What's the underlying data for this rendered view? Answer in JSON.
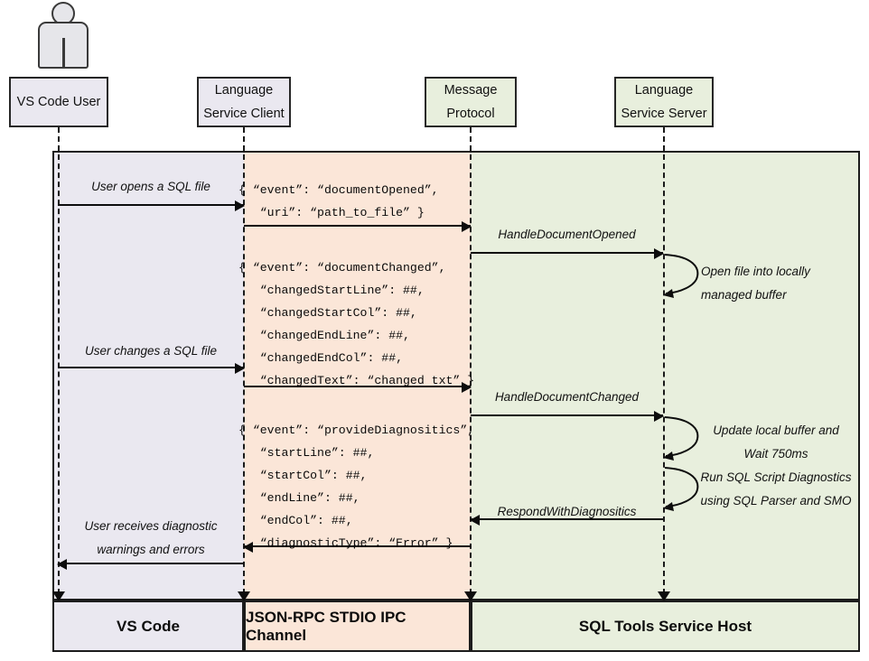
{
  "diagram": {
    "title": "SQL Tools Service sequence diagram",
    "actor": {
      "icon": "person-icon",
      "label": "VS Code User"
    },
    "colors": {
      "lavender": "#eae8f0",
      "peach": "#fbe6d8",
      "green": "#e8efdd",
      "stroke": "#1c1c1c"
    },
    "lifelines": [
      {
        "id": "vscode-user",
        "line1": "VS Code User",
        "line2": "",
        "fill": "lavender"
      },
      {
        "id": "language-service-client",
        "line1": "Language",
        "line2": "Service Client",
        "fill": "lavender"
      },
      {
        "id": "message-protocol",
        "line1": "Message",
        "line2": "Protocol",
        "fill": "green"
      },
      {
        "id": "language-service-server",
        "line1": "Language",
        "line2": "Service Server",
        "fill": "green"
      }
    ],
    "messages": [
      {
        "id": "user-opens-sql-file",
        "label": "User opens a SQL file",
        "from": "vscode-user",
        "to": "language-service-client",
        "direction": "right"
      },
      {
        "id": "handle-document-opened",
        "label": "HandleDocumentOpened",
        "from": "message-protocol",
        "to": "language-service-server",
        "direction": "right"
      },
      {
        "id": "user-changes-sql-file",
        "label": "User changes a SQL file",
        "from": "vscode-user",
        "to": "language-service-client",
        "direction": "right"
      },
      {
        "id": "handle-document-changed",
        "label": "HandleDocumentChanged",
        "from": "message-protocol",
        "to": "language-service-server",
        "direction": "right"
      },
      {
        "id": "respond-with-diagnositics",
        "label": "RespondWithDiagnositics",
        "from": "language-service-server",
        "to": "message-protocol",
        "direction": "left"
      },
      {
        "id": "user-receives-diagnostics",
        "label": "User receives diagnostic\nwarnings and errors",
        "line1": "User receives diagnostic",
        "line2": "warnings and errors",
        "from": "language-service-client",
        "to": "vscode-user",
        "direction": "left"
      }
    ],
    "payloads": [
      {
        "id": "document-opened-payload",
        "lines": [
          "{ “event”: “documentOpened”,",
          "   “uri”: “path_to_file” }"
        ]
      },
      {
        "id": "document-changed-payload",
        "lines": [
          "{ “event”: “documentChanged”,",
          "   “changedStartLine”: ##,",
          "   “changedStartCol”: ##,",
          "   “changedEndLine”: ##,",
          "   “changedEndCol”: ##,",
          "   “changedText”: “changed txt” }"
        ]
      },
      {
        "id": "provide-diagnositics-payload",
        "lines": [
          "{ “event”: “provideDiagnositics”,",
          "   “startLine”: ##,",
          "   “startCol”: ##,",
          "   “endLine”: ##,",
          "   “endCol”: ##,",
          "   “diagnosticType”: “Error” }"
        ]
      }
    ],
    "self_calls": [
      {
        "id": "open-file-buffer",
        "line1": "Open file into locally",
        "line2": "managed buffer",
        "on": "language-service-server"
      },
      {
        "id": "update-buffer-wait",
        "line1": "Update local buffer and",
        "line2": "Wait 750ms",
        "on": "language-service-server"
      },
      {
        "id": "run-sql-diagnostics",
        "line1": "Run SQL Script Diagnostics",
        "line2": "using SQL Parser and SMO",
        "on": "language-service-server"
      }
    ],
    "footer": [
      {
        "id": "footer-vs-code",
        "label": "VS Code",
        "fill": "lavender"
      },
      {
        "id": "footer-jsonrpc",
        "label": "JSON-RPC STDIO IPC Channel",
        "fill": "peach"
      },
      {
        "id": "footer-sql-tools",
        "label": "SQL Tools Service Host",
        "fill": "green"
      }
    ]
  }
}
